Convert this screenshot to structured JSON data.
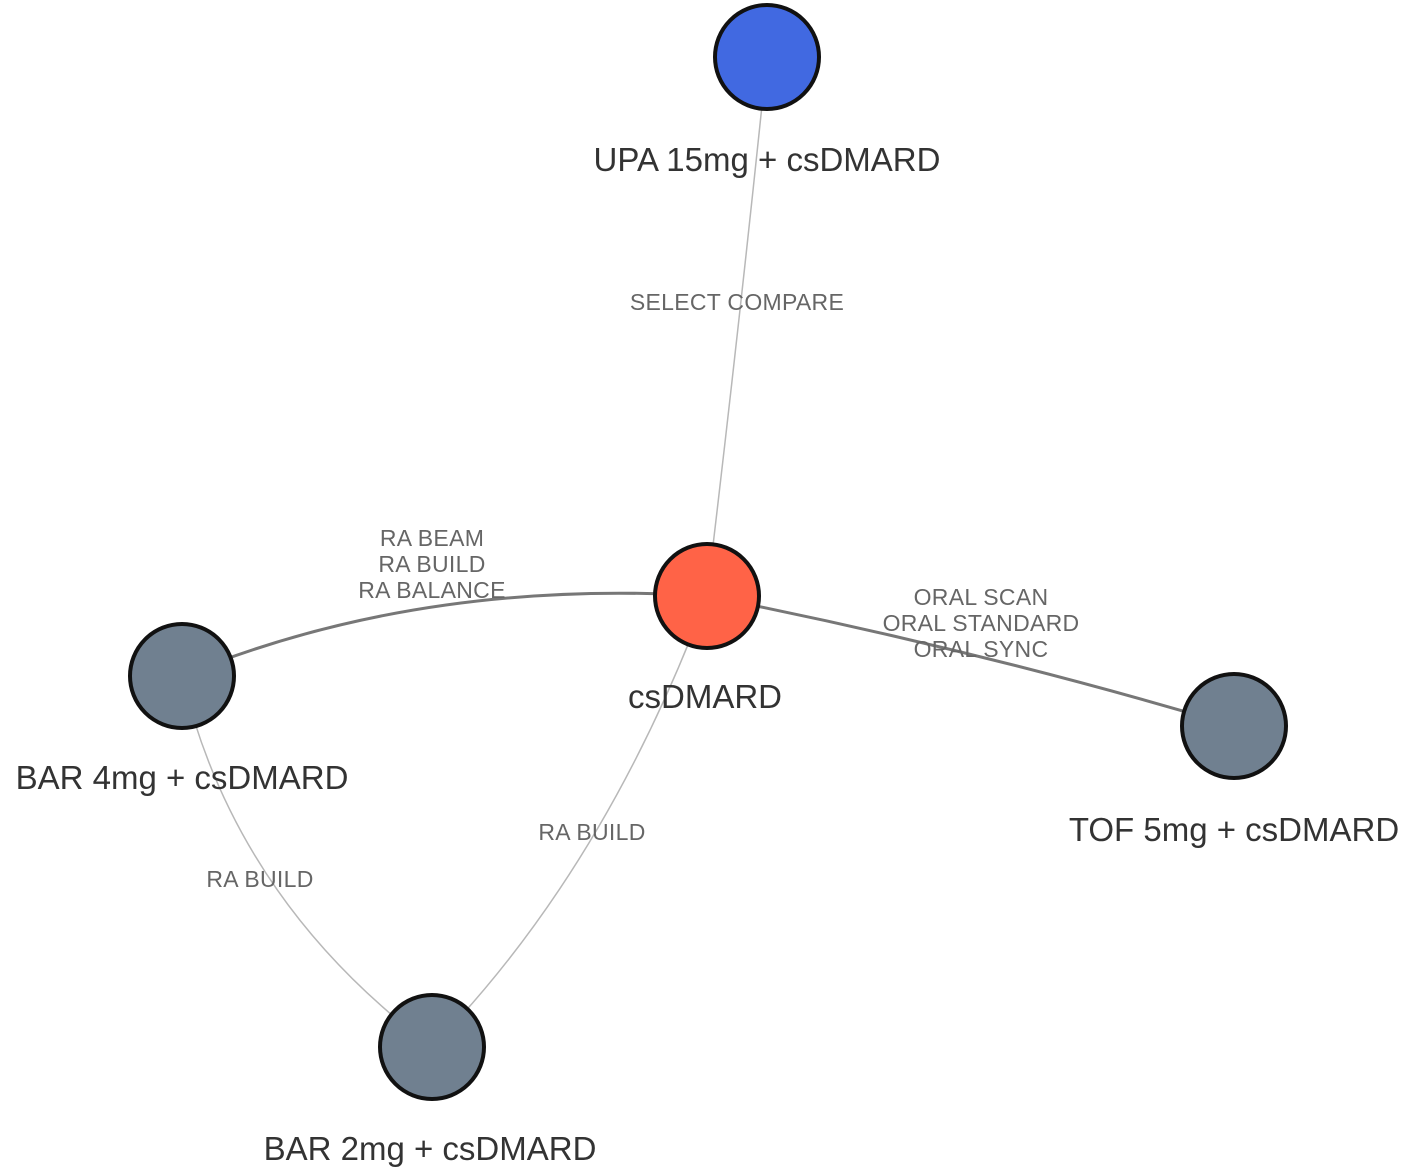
{
  "colors": {
    "node_reference": "#ff6347",
    "node_intervention": "#4169e1",
    "node_other": "#708090",
    "edge": "#888888",
    "node_border": "#111111"
  },
  "nodes": [
    {
      "id": "csdmard",
      "label": "csDMARD",
      "color": "#ff6347"
    },
    {
      "id": "upa15",
      "label": "UPA 15mg + csDMARD",
      "color": "#4169e1"
    },
    {
      "id": "bar4",
      "label": "BAR 4mg + csDMARD",
      "color": "#708090"
    },
    {
      "id": "bar2",
      "label": "BAR 2mg + csDMARD",
      "color": "#708090"
    },
    {
      "id": "tof5",
      "label": "TOF 5mg + csDMARD",
      "color": "#708090"
    }
  ],
  "edges": [
    {
      "id": "upa15-csdmard",
      "from": "upa15",
      "to": "csdmard",
      "weight": 1,
      "trials": [
        "SELECT COMPARE"
      ]
    },
    {
      "id": "bar4-csdmard",
      "from": "bar4",
      "to": "csdmard",
      "weight": 3,
      "trials": [
        "RA BEAM",
        "RA BUILD",
        "RA BALANCE"
      ]
    },
    {
      "id": "csdmard-tof5",
      "from": "csdmard",
      "to": "tof5",
      "weight": 3,
      "trials": [
        "ORAL SCAN",
        "ORAL STANDARD",
        "ORAL SYNC"
      ]
    },
    {
      "id": "csdmard-bar2",
      "from": "csdmard",
      "to": "bar2",
      "weight": 1,
      "trials": [
        "RA BUILD"
      ]
    },
    {
      "id": "bar4-bar2",
      "from": "bar4",
      "to": "bar2",
      "weight": 1,
      "trials": [
        "RA BUILD"
      ]
    }
  ]
}
